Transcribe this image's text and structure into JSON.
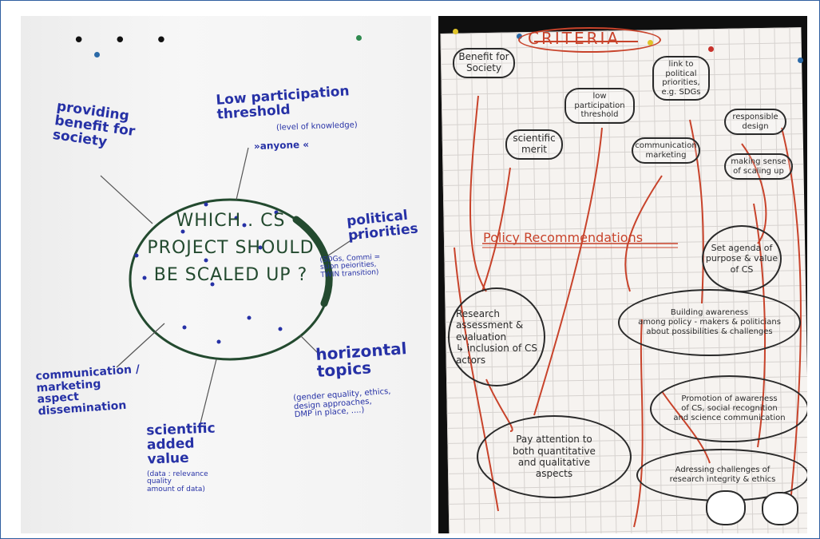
{
  "left_sheet": {
    "center_question": [
      "WHICH . CS",
      "PROJECT SHOULD",
      "BE SCALED UP ?"
    ],
    "branches": {
      "benefit": "providing\nbenefit for\nsociety",
      "low_participation": "Low participation\nthreshold",
      "low_participation_note": "(level of knowledge)",
      "low_participation_tag": "»anyone «",
      "political": "political\npriorities",
      "political_note": "(SDGs, Commi =\nssion peiorities,\nTWIN transition)",
      "communication": "communication /\nmarketing\naspect\ndissemination",
      "scientific": "scientific\nadded\nvalue",
      "scientific_note": "(data : relevance\n          quality\n          amount of data)",
      "horizontal": "horizontal\ntopics",
      "horizontal_note": "(gender equality, ethics,\ndesign approaches,\nDMP in place, ....)"
    }
  },
  "right_sheet": {
    "title": "CRITERIA",
    "criteria": [
      "Benefit for\nSociety",
      "low participation\nthreshold",
      "link to\npolitical\npriorities, e.g.\nSDGs",
      "responsible\ndesign",
      "scientific\nmerit",
      "communication\nmarketing",
      "making sense of\nscaling up"
    ],
    "policy_heading": "Policy Recommendations",
    "recommendations": [
      "Set agenda of\npurpose & value\nof CS",
      "Building awareness\namong policy - makers & politicians\nabout possibilities & challenges",
      "Research\nassessment &\nevaluation\n↳ inclusion of CS\nactors",
      "Promotion of awareness\nof CS, social recognition\nand science communication",
      "Pay attention to\nboth quantitative\nand qualitative\naspects",
      "Adressing challenges of\nresearch integrity & ethics"
    ]
  },
  "colors": {
    "blue_marker": "#2631a6",
    "green_marker": "#234a2f",
    "red_marker": "#c8432b",
    "black_marker": "#2a2a2a",
    "frame": "#2f5fa0"
  }
}
